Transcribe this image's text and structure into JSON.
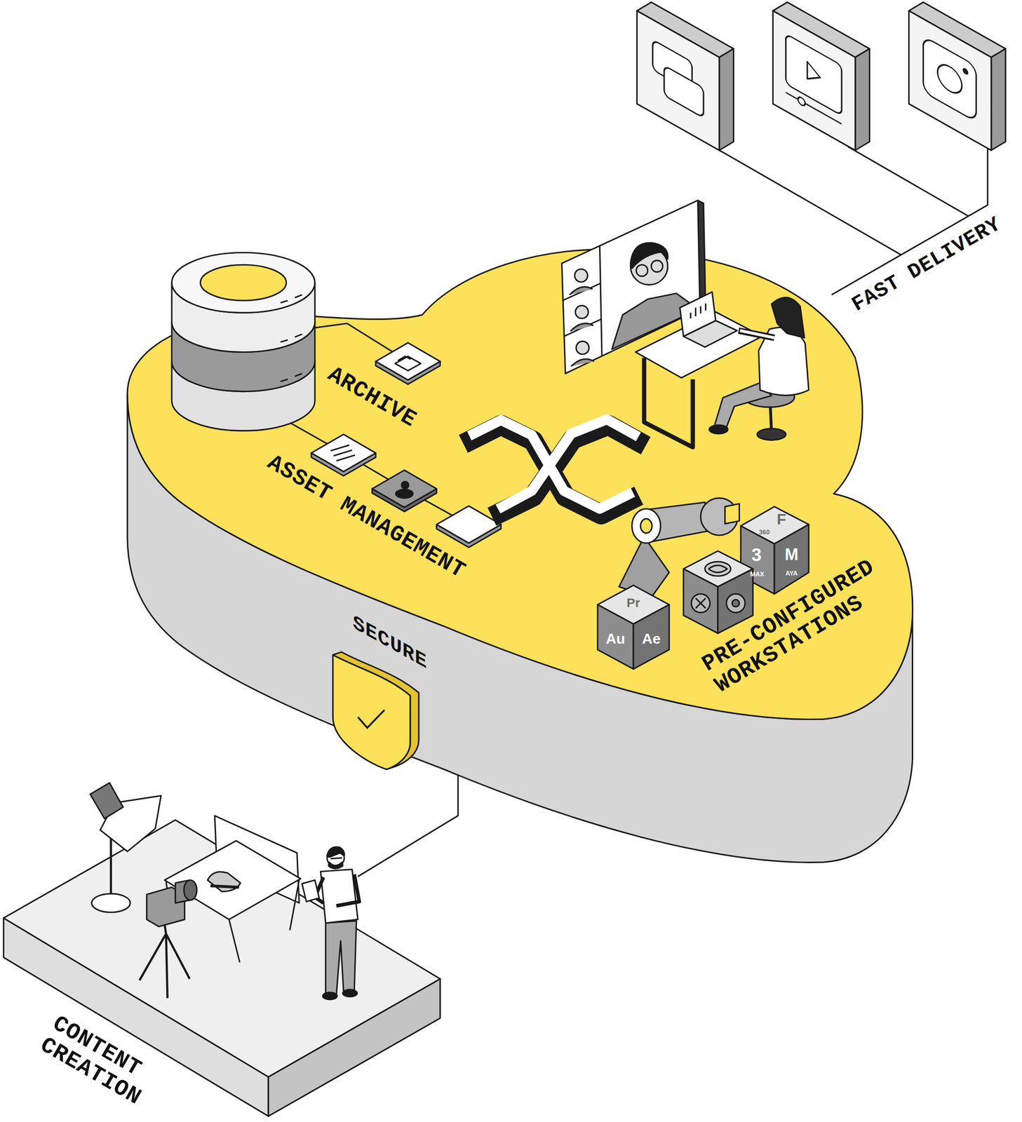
{
  "diagram": {
    "nodes": [
      {
        "text": [
          "ARCHIVE"
        ]
      },
      {
        "text": [
          "ASSET MANAGEMENT"
        ]
      },
      {
        "text": [
          "PRE-CONFIGURED WORKSTATIONS"
        ]
      },
      {
        "text": [
          "SECURE"
        ]
      },
      {
        "text": [
          "CONTENT CREATION"
        ]
      }
    ],
    "edges": [
      {
        "from": 4,
        "to": 3,
        "arrow": "none"
      }
    ],
    "labels": [
      "FAST DELIVERY",
      "F",
      "360",
      "3",
      "MAX",
      "M",
      "AYA",
      "Pr",
      "Au",
      "Ae"
    ]
  }
}
